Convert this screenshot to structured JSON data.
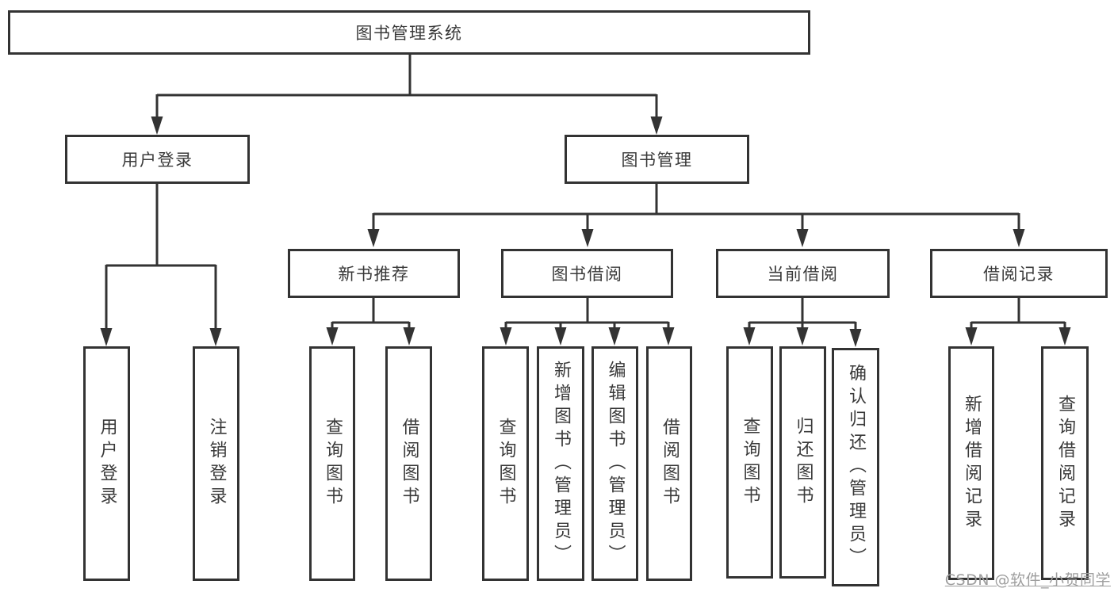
{
  "tree": {
    "root": {
      "label": "图书管理系统",
      "children": [
        {
          "label": "用户登录",
          "children": [
            {
              "label": "用户登录"
            },
            {
              "label": "注销登录"
            }
          ]
        },
        {
          "label": "图书管理",
          "children": [
            {
              "label": "新书推荐",
              "children": [
                {
                  "label": "查询图书"
                },
                {
                  "label": "借阅图书"
                }
              ]
            },
            {
              "label": "图书借阅",
              "children": [
                {
                  "label": "查询图书"
                },
                {
                  "label": "新增图书（管理员）"
                },
                {
                  "label": "编辑图书（管理员）"
                },
                {
                  "label": "借阅图书"
                }
              ]
            },
            {
              "label": "当前借阅",
              "children": [
                {
                  "label": "查询图书"
                },
                {
                  "label": "归还图书"
                },
                {
                  "label": "确认归还（管理员）"
                }
              ]
            },
            {
              "label": "借阅记录",
              "children": [
                {
                  "label": "新增借阅记录"
                },
                {
                  "label": "查询借阅记录"
                }
              ]
            }
          ]
        }
      ]
    }
  },
  "watermark": "CSDN @软件_小贺同学",
  "colors": {
    "line": "#333333",
    "text": "#3a3a3a",
    "watermark": "#9e9e9e",
    "background": "#ffffff"
  }
}
